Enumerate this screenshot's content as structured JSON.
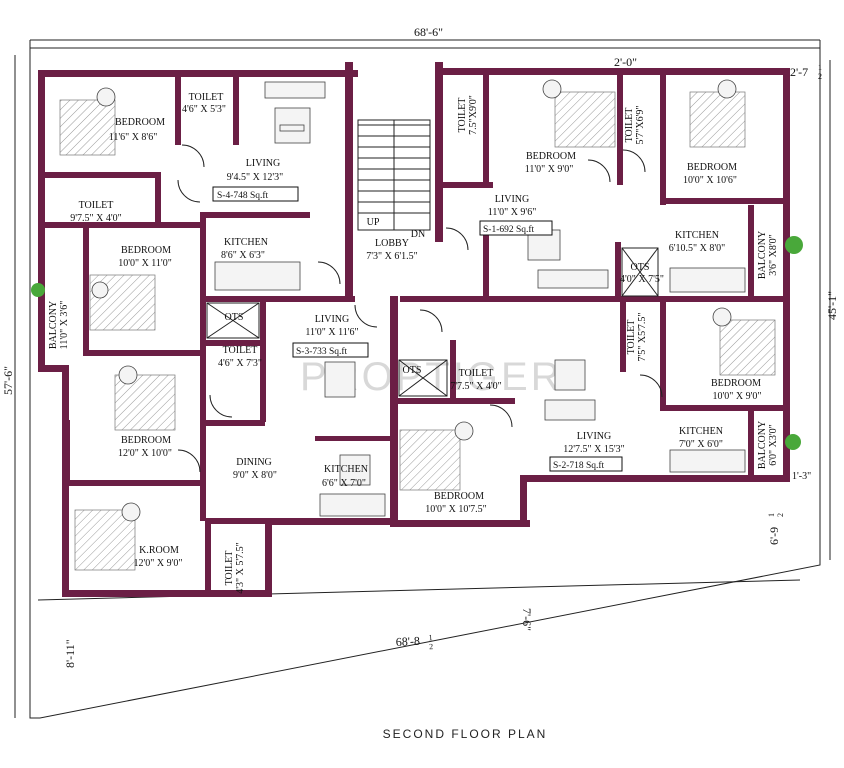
{
  "plan_title": "SECOND FLOOR PLAN",
  "watermark": "PROPTIGER",
  "dimensions": {
    "top": "68'-6\"",
    "right_top": "2'-7",
    "right_top_frac": "1",
    "right_top_frac2": "2",
    "right_top2": "2'-0\"",
    "right": "45'-1\"",
    "left": "57'-6\"",
    "bottom": "68'-8",
    "bottom_frac": "1",
    "bottom_frac2": "2",
    "bottom_left": "8'-11\"",
    "center_bottom": "7'-6\"",
    "right_bottom": "6'-9",
    "right_bottom_frac": "1",
    "right_bottom_frac2": "2",
    "right_mid": "1'-3\""
  },
  "rooms": {
    "r1": {
      "name": "BEDROOM",
      "size": "11'6\" X 8'6\""
    },
    "r2": {
      "name": "TOILET",
      "size": "4'6\" X 5'3\""
    },
    "r3": {
      "name": "LIVING",
      "size": "9'4.5\" X 12'3\""
    },
    "r4": {
      "name": "TOILET",
      "size": "9'7.5\" X 4'0\""
    },
    "r5": {
      "name": "BEDROOM",
      "size": "10'0\" X 11'0\""
    },
    "r6": {
      "name": "KITCHEN",
      "size": "8'6\" X 6'3\""
    },
    "r7": {
      "name": "BALCONY",
      "size": "11'0\" X 3'6\""
    },
    "r8": {
      "name": "LOBBY",
      "size": "7'3\" X 6'1.5\""
    },
    "r9": {
      "name": "TOILET",
      "size": "7.5\"X9'0\""
    },
    "r10": {
      "name": "BEDROOM",
      "size": "11'0\" X 9'0\""
    },
    "r11": {
      "name": "TOILET",
      "size": "5'7\"X6'9\""
    },
    "r12": {
      "name": "BEDROOM",
      "size": "10'0\" X 10'6\""
    },
    "r13": {
      "name": "LIVING",
      "size": "11'0\" X 9'6\""
    },
    "r14": {
      "name": "KITCHEN",
      "size": "6'10.5\" X 8'0\""
    },
    "r15": {
      "name": "BALCONY",
      "size": "3'6\" X8'0\""
    },
    "r16": {
      "name": "OTS",
      "size": "4'0\" X 7'5\""
    },
    "r17": {
      "name": "OTS",
      "size": ""
    },
    "r18": {
      "name": "LIVING",
      "size": "11'0\" X 11'6\""
    },
    "r19": {
      "name": "TOILET",
      "size": "4'6\" X 7'3\""
    },
    "r20": {
      "name": "OTS",
      "size": ""
    },
    "r21": {
      "name": "TOILET",
      "size": "7'7.5\" X 4'0\""
    },
    "r22": {
      "name": "TOILET",
      "size": "7'5\" X5'7.5\""
    },
    "r23": {
      "name": "BEDROOM",
      "size": "10'0\" X 9'0\""
    },
    "r24": {
      "name": "BEDROOM",
      "size": "12'0\" X 10'0\""
    },
    "r25": {
      "name": "DINING",
      "size": "9'0\" X 8'0\""
    },
    "r26": {
      "name": "KITCHEN",
      "size": "6'6\" X 7'0\""
    },
    "r27": {
      "name": "BEDROOM",
      "size": "10'0\" X 10'7.5\""
    },
    "r28": {
      "name": "LIVING",
      "size": "12'7.5\" X 15'3\""
    },
    "r29": {
      "name": "KITCHEN",
      "size": "7'0\" X 6'0\""
    },
    "r30": {
      "name": "BALCONY",
      "size": "6'0\" X3'0\""
    },
    "r31": {
      "name": "K.ROOM",
      "size": "12'0\" X 9'0\""
    },
    "r32": {
      "name": "TOILET",
      "size": "4'3\" X 5'7.5\""
    }
  },
  "units": {
    "s4": "S-4-748 Sq.ft",
    "s1": "S-1-692 Sq.ft",
    "s3": "S-3-733 Sq.ft",
    "s2": "S-2-718 Sq.ft"
  },
  "stairs": {
    "up": "UP",
    "dn": "DN"
  }
}
